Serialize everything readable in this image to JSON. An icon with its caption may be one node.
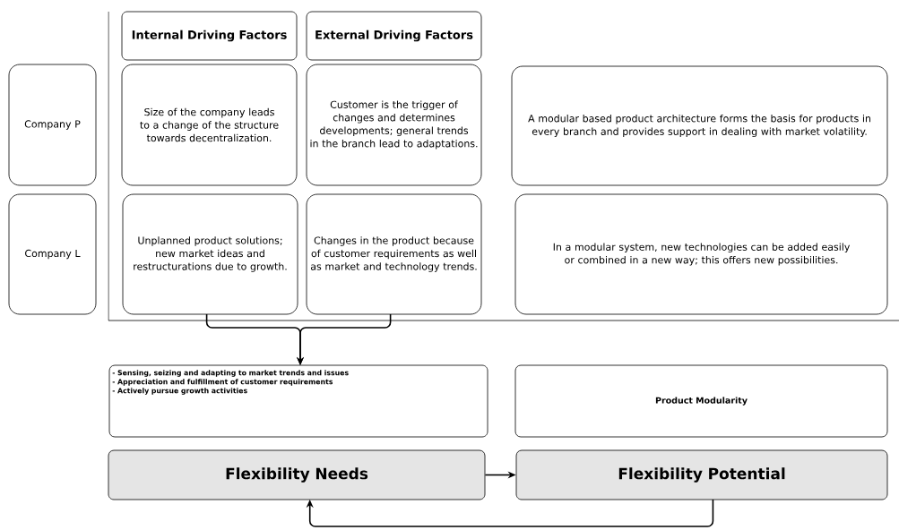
{
  "diagram": {
    "nodes": [
      {
        "text": [
          "Internal Driving Factors"
        ]
      },
      {
        "text": [
          "External Driving Factors"
        ]
      },
      {
        "text": [
          "Company P"
        ]
      },
      {
        "text": [
          "Size of the company leads to a change of the structure towards decentralization."
        ]
      },
      {
        "text": [
          "Customer is the trigger of changes and determines developments; general trends in the branch lead to adaptations."
        ]
      },
      {
        "text": [
          "A modular based product architecture forms the basis for products in every branch and provides support in dealing with market volatility."
        ]
      },
      {
        "text": [
          "Company L"
        ]
      },
      {
        "text": [
          "Unplanned product solutions; new market ideas and restructurations due to growth."
        ]
      },
      {
        "text": [
          "Changes in the product because of customer requirements as well as market and technology trends."
        ]
      },
      {
        "text": [
          "In a modular system, new technologies can be added easily or combined in a new way; this offers new possibilities."
        ]
      },
      {
        "text": [
          "- Sensing, seizing and adapting to market trends and issues",
          "- Appreciation and fulfillment of customer requirements",
          "- Actively pursue growth activities"
        ]
      },
      {
        "text": [
          "Product Modularity"
        ]
      },
      {
        "text": [
          "Flexibility Needs"
        ]
      },
      {
        "text": [
          "Flexibility Potential"
        ]
      }
    ],
    "edges": [
      {
        "from": 7,
        "to": 10,
        "arrow": "to"
      },
      {
        "from": 8,
        "to": 10,
        "arrow": "to"
      },
      {
        "from": 12,
        "to": 13,
        "arrow": "to"
      },
      {
        "from": 13,
        "to": 12,
        "arrow": "to"
      }
    ]
  }
}
